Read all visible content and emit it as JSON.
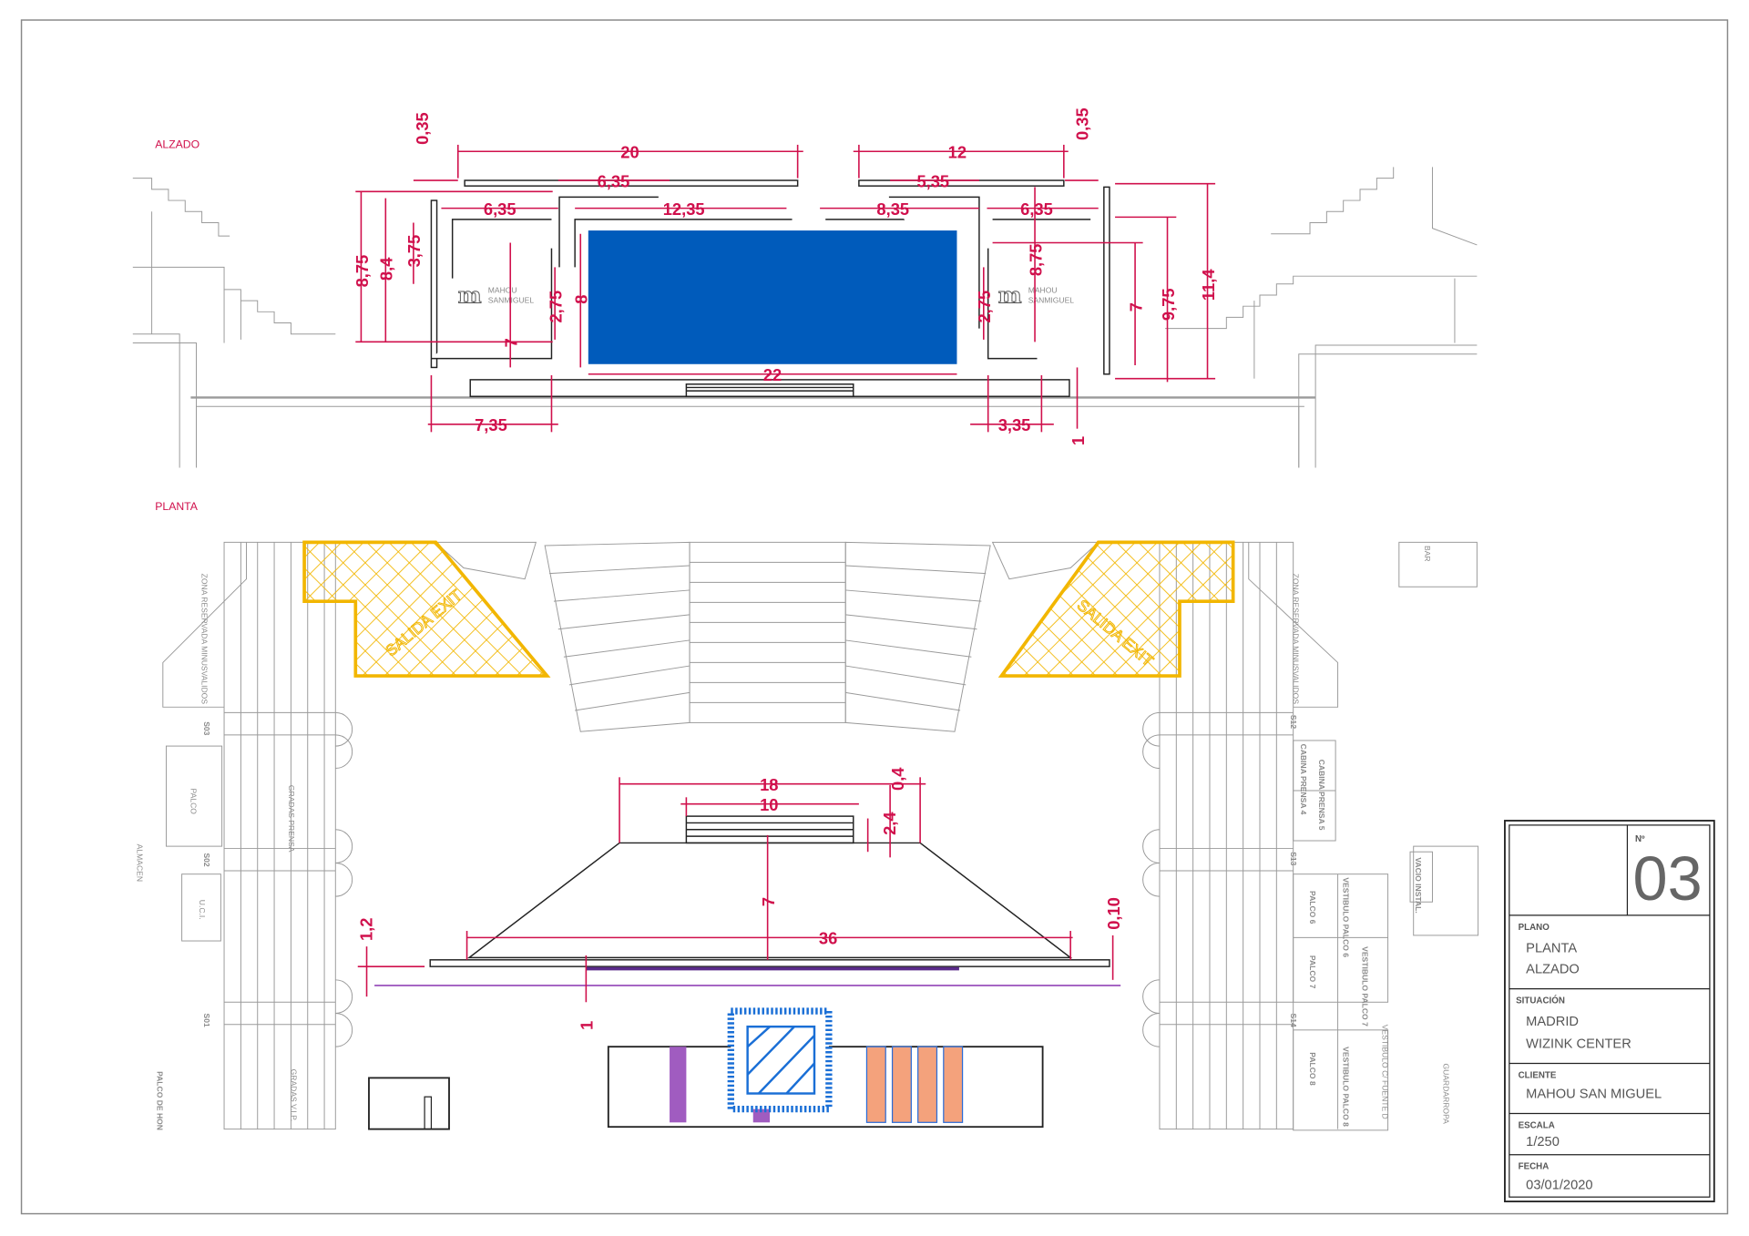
{
  "sections": {
    "elevation": "ALZADO",
    "plan": "PLANTA"
  },
  "colors": {
    "dimension": "#d0104c",
    "screen": "#005bbb",
    "exit_zone": "#f2b600",
    "accent_purple": "#a05cc0",
    "accent_orange": "#f4a27c"
  },
  "elevation_dimensions": {
    "top_left_gap": "0,35",
    "top_span_left": "20",
    "top_span_right": "12",
    "top_right_gap": "0,35",
    "upper_left": "6,35",
    "upper_right": "5,35",
    "mid_left": "6,35",
    "mid_center_left": "12,35",
    "mid_center_right": "8,35",
    "mid_right": "6,35",
    "height_left_outer": "8,75",
    "height_left": "8,4",
    "height_left_small": "3,75",
    "height_left_inner": "7",
    "post_left": "2,75",
    "screen_height": "8",
    "post_right": "2,75",
    "height_right_inner": "8,75",
    "height_right_7": "7",
    "height_right_975": "9,75",
    "height_right_total": "11,4",
    "screen_width": "22",
    "base_left": "7,35",
    "base_right": "3,35",
    "base_height": "1"
  },
  "logo_text": [
    "MAHOU",
    "SANMIGUEL"
  ],
  "plan_dimensions": {
    "top_width": "18",
    "top_gap": "0,4",
    "platform_width": "10",
    "platform_depth": "2,4",
    "depth": "7",
    "base_width": "36",
    "base_gap": "0,10",
    "left_height": "1,2",
    "bottom_gap": "1"
  },
  "exit_labels": [
    "SALIDA EXIT",
    "SALIDA EXIT"
  ],
  "rooms_left": [
    "ZONA RESERVADA MINUSVALIDOS",
    "S03",
    "PALCO",
    "ALMACEN",
    "S02",
    "U.C.I.",
    "S01",
    "GRADAS PRENSA",
    "GRADAS V.I.P.",
    "PALCO DE HON"
  ],
  "rooms_right": [
    "BAR",
    "ZONA RESERVADA MINUSVALIDOS",
    "S12",
    "CABINA PRENSA 4",
    "CABINA PRENSA 5",
    "S13",
    "VACIO INSTAL.",
    "PALCO 6",
    "VESTIBULO PALCO 6",
    "PALCO 7",
    "VESTIBULO PALCO 7",
    "S14",
    "PALCO 8",
    "VESTIBULO PALCO 8",
    "VESTIBULO C/ FUENTE D",
    "GUARDARROPA"
  ],
  "title_block": {
    "number_label": "Nº",
    "number": "03",
    "plano_label": "PLANO",
    "plano": [
      "PLANTA",
      "ALZADO"
    ],
    "situacion_label": "SITUACIÓN",
    "situacion": [
      "MADRID",
      "WIZINK CENTER"
    ],
    "cliente_label": "CLIENTE",
    "cliente": "MAHOU SAN MIGUEL",
    "escala_label": "ESCALA",
    "escala": "1/250",
    "fecha_label": "FECHA",
    "fecha": "03/01/2020"
  }
}
